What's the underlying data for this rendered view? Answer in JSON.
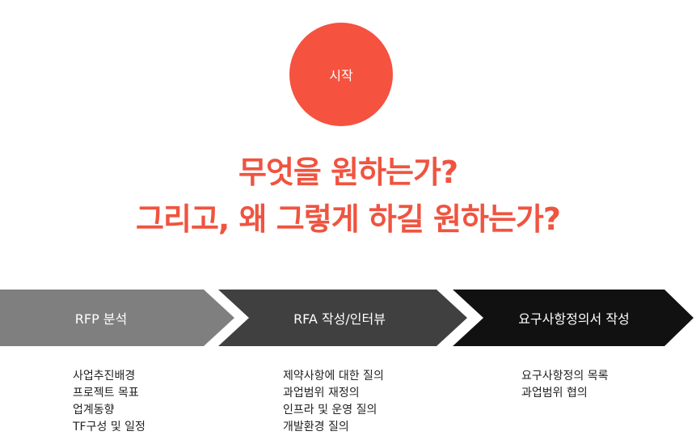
{
  "start": {
    "label": "시작"
  },
  "headline": {
    "line1": "무엇을 원하는가?",
    "line2": "그리고, 왜 그렇게 하길 원하는가?"
  },
  "colors": {
    "accent": "#f5523f",
    "step1": "#7f7f7f",
    "step2": "#404040",
    "step3": "#111111"
  },
  "steps": [
    {
      "label": "RFP 분석",
      "items": [
        "사업추진배경",
        "프로젝트 목표",
        "업계동향",
        "TF구성 및 일정"
      ]
    },
    {
      "label": "RFA 작성/인터뷰",
      "items": [
        "제약사항에 대한 질의",
        "과업범위 재정의",
        "인프라 및 운영 질의",
        "개발환경 질의"
      ]
    },
    {
      "label": "요구사항정의서 작성",
      "items": [
        "요구사항정의 목록",
        "과업범위 협의"
      ]
    }
  ]
}
